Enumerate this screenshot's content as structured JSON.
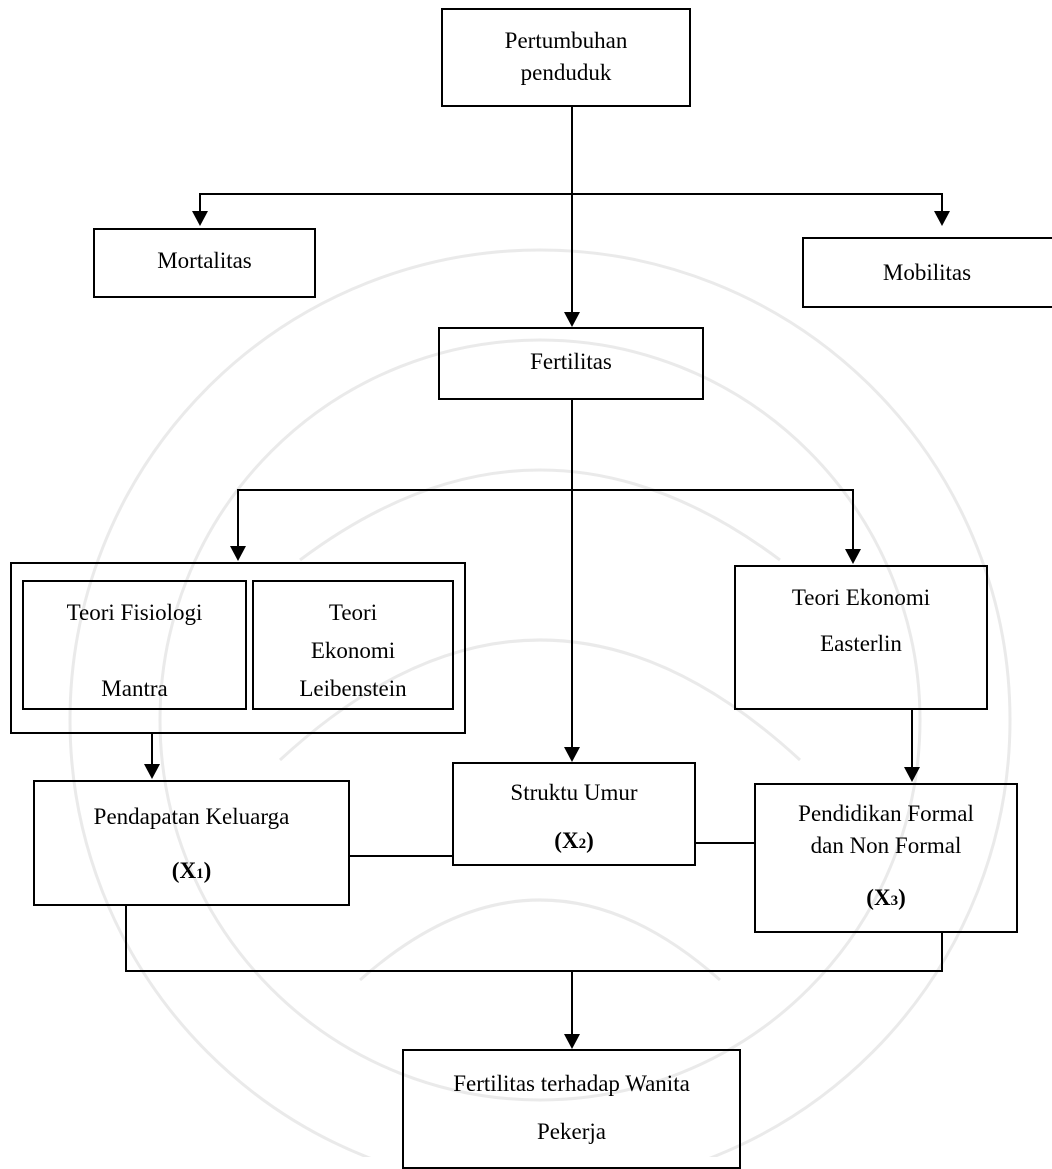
{
  "diagram": {
    "nodes": {
      "pertumbuhan": {
        "line1": "Pertumbuhan",
        "line2": "penduduk"
      },
      "mortalitas": {
        "label": "Mortalitas"
      },
      "mobilitas": {
        "label": "Mobilitas"
      },
      "fertilitas": {
        "label": "Fertilitas"
      },
      "fisiologi": {
        "line1": "Teori Fisiologi",
        "line2": "Mantra"
      },
      "leibenstein": {
        "line1": "Teori",
        "line2": "Ekonomi",
        "line3": "Leibenstein"
      },
      "easterlin": {
        "line1": "Teori Ekonomi",
        "line2": "Easterlin"
      },
      "pendapatan": {
        "label": "Pendapatan Keluarga",
        "var_letter": "X",
        "var_sub": "1",
        "open": "(",
        "close": ")"
      },
      "struktur": {
        "label": "Struktu Umur",
        "var_letter": "X",
        "var_sub": "2",
        "open": "(",
        "close": ")"
      },
      "pendidikan": {
        "line1": "Pendidikan Formal",
        "line2": "dan Non Formal",
        "var_letter": "X",
        "var_sub": "3",
        "open": "(",
        "close": ")"
      },
      "hasil": {
        "line1": "Fertilitas terhadap Wanita",
        "line2": "Pekerja"
      }
    },
    "colors": {
      "stroke": "#000000",
      "watermark": "#d9d9d9"
    }
  }
}
